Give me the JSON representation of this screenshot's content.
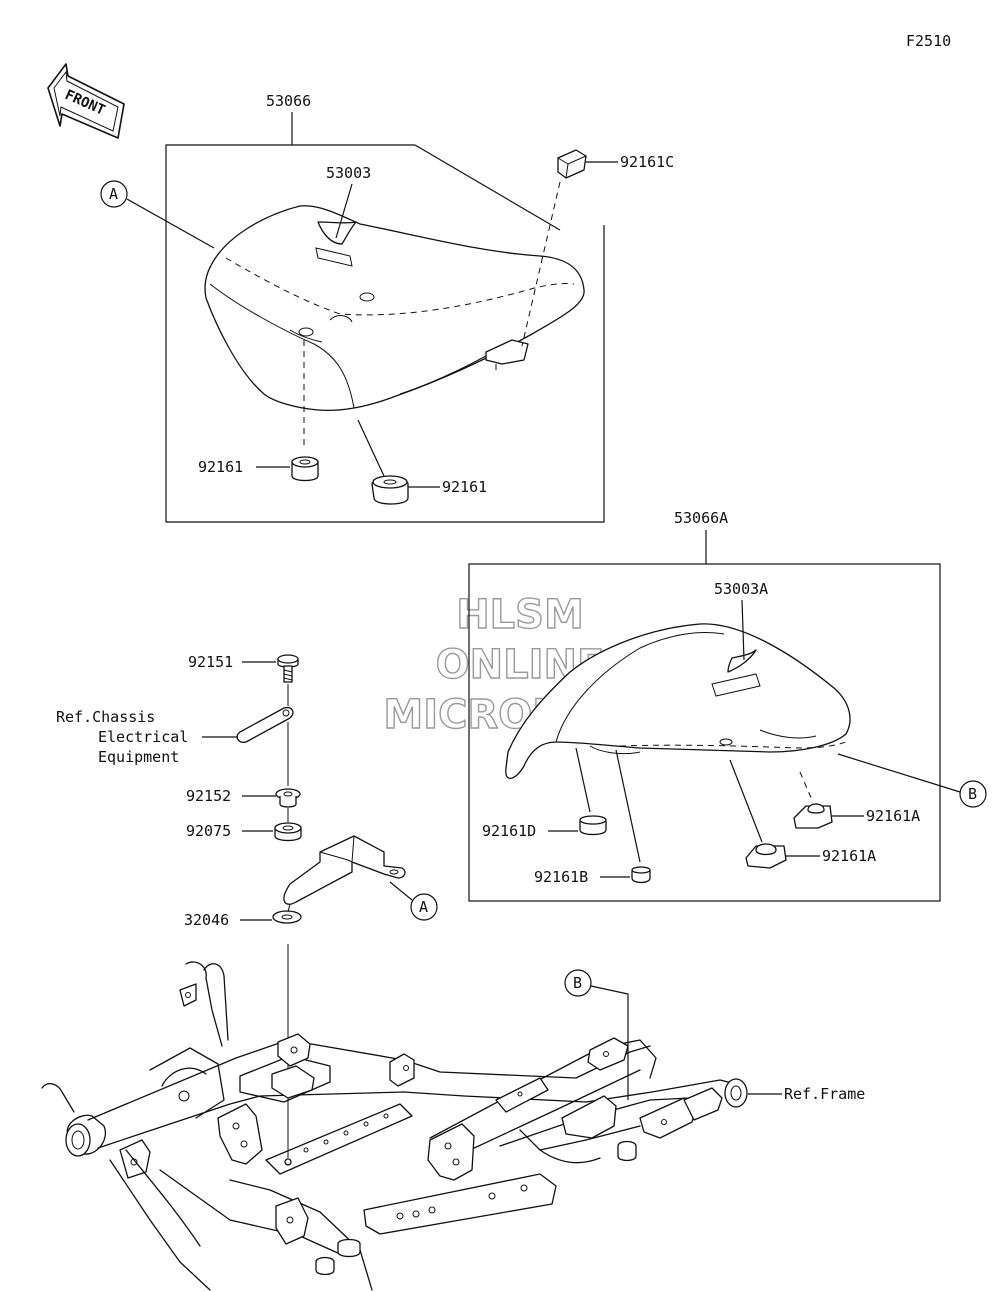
{
  "diagram_code": "F2510",
  "front_badge": "FRONT",
  "watermark": {
    "line1": "HLSM",
    "line2": "ONLINE",
    "line3": "MICROFICHE"
  },
  "callouts": {
    "a": "A",
    "b": "B"
  },
  "rider_seat": {
    "assembly": "53066",
    "strap": "53003",
    "damper_c": "92161C",
    "damper_left": "92161",
    "damper_right": "92161"
  },
  "pillion_seat": {
    "assembly": "53066A",
    "strap": "53003A",
    "damper_a_upper": "92161A",
    "damper_a_lower": "92161A",
    "damper_d": "92161D",
    "damper_b": "92161B"
  },
  "bracket": {
    "bolt": "92151",
    "ref_line1": "Ref.Chassis",
    "ref_line2": "Electrical",
    "ref_line3": "Equipment",
    "collar": "92152",
    "damper": "92075",
    "bracket_part": "32046"
  },
  "frame": {
    "ref": "Ref.Frame"
  }
}
